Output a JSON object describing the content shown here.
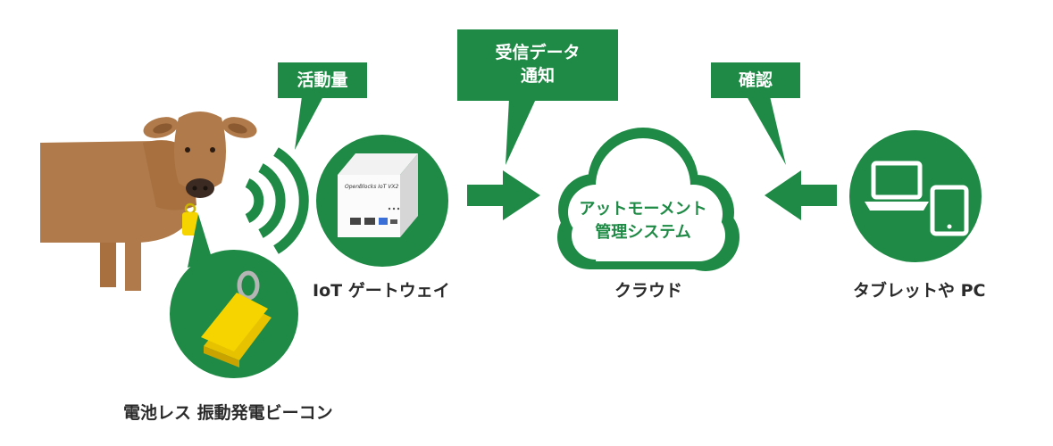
{
  "colors": {
    "primary_green": "#1e8a45",
    "cow_brown": "#b07a4a",
    "beacon_yellow": "#f5d400",
    "background": "#ffffff"
  },
  "callouts": {
    "activity": "活動量",
    "receive_notify_line1": "受信データ",
    "receive_notify_line2": "通知",
    "confirm": "確認"
  },
  "nodes": {
    "beacon_label": "電池レス 振動発電ビーコン",
    "gateway_label": "IoT ゲートウェイ",
    "gateway_device_text": "OpenBlocks IoT VX2",
    "cloud_label": "クラウド",
    "cloud_inner_line1": "アットモーメント",
    "cloud_inner_line2": "管理システム",
    "clients_label": "タブレットや PC"
  },
  "icons": [
    "cow-icon",
    "ear-tag-icon",
    "beacon-icon",
    "wireless-signal-icon",
    "gateway-device-icon",
    "cloud-icon",
    "laptop-icon",
    "tablet-icon",
    "arrow-right-icon",
    "arrow-left-icon"
  ]
}
